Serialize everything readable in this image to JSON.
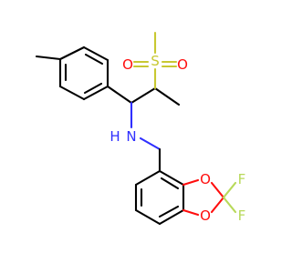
{
  "atom_colors": {
    "S": "#c8c832",
    "O": "#ff0d0d",
    "N": "#2f2fff",
    "H": "#2f2fff",
    "F": "#b8d95a",
    "C": "#000000"
  },
  "labels": {
    "sulfur": "S",
    "oxygen_left": "O",
    "oxygen_right": "O",
    "nitrogen": "N",
    "hydrogen": "H",
    "fluorine_top": "F",
    "fluorine_bottom": "F",
    "oxygen_ring_top": "O",
    "oxygen_ring_bottom": "O"
  }
}
